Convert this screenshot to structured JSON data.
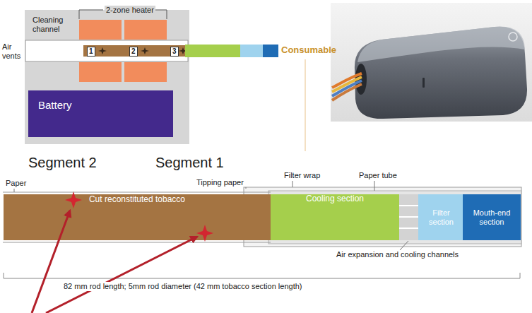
{
  "diagram": {
    "nodes": [
      {
        "text": [
          "Battery"
        ]
      },
      {
        "text": [
          "Cut reconstituted tobacco"
        ]
      },
      {
        "text": [
          "Cooling section"
        ]
      },
      {
        "text": [
          "Filter section"
        ]
      },
      {
        "text": [
          "Mouth-end section"
        ]
      }
    ],
    "labels": [
      "2-zone heater",
      "Cleaning channel",
      "Air vents",
      "1",
      "2",
      "3",
      "Consumable",
      "Segment 2",
      "Segment 1",
      "Paper",
      "Tipping paper",
      "Filter wrap",
      "Paper tube",
      "Air expansion and cooling channels",
      "82 mm rod length; 5mm rod diameter (42 mm tobacco section length)"
    ]
  }
}
